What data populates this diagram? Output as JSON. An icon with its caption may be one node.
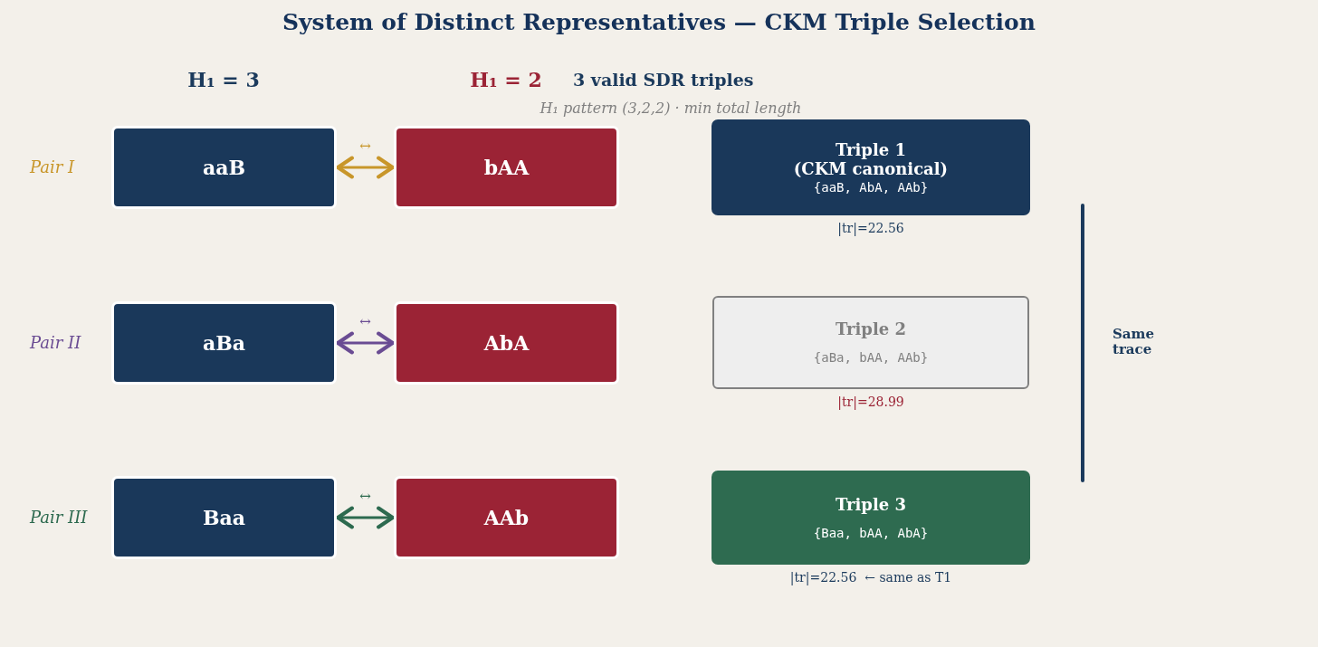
{
  "diagram": {
    "title": "System of Distinct Representatives — CKM Triple Selection",
    "nodes": [
      {
        "text": [
          "aaB"
        ]
      },
      {
        "text": [
          "bAA"
        ]
      },
      {
        "text": [
          "Triple 1 (CKM canonical)",
          "{aaB, AbA, AAb}"
        ],
        "beside": [
          "|tr|=22.56"
        ]
      },
      {
        "text": [
          "aBa"
        ]
      },
      {
        "text": [
          "AbA"
        ]
      },
      {
        "text": [
          "Triple 2",
          "{aBa, bAA, AAb}"
        ],
        "beside": [
          "|tr|=28.99"
        ]
      },
      {
        "text": [
          "Baa"
        ]
      },
      {
        "text": [
          "AAb"
        ]
      },
      {
        "text": [
          "Triple 3",
          "{Baa, bAA, AbA}"
        ],
        "beside": [
          "|tr|=22.56  ← same as T1"
        ]
      }
    ],
    "edges": [
      {
        "from": 0,
        "to": 1,
        "arrow": "both",
        "label": "↔",
        "color": "#c8962a"
      },
      {
        "from": 3,
        "to": 4,
        "arrow": "both",
        "label": "↔",
        "color": "#6a4c93"
      },
      {
        "from": 6,
        "to": 7,
        "arrow": "both",
        "label": "↔",
        "color": "#2d6a4f"
      }
    ],
    "labels": [
      "H₁ = 3",
      "H₁ = 2",
      "3 valid SDR triples",
      "H₁ pattern (3,2,2) · min total length",
      "Pair I",
      "Pair II",
      "Pair III",
      "Same trace"
    ]
  }
}
